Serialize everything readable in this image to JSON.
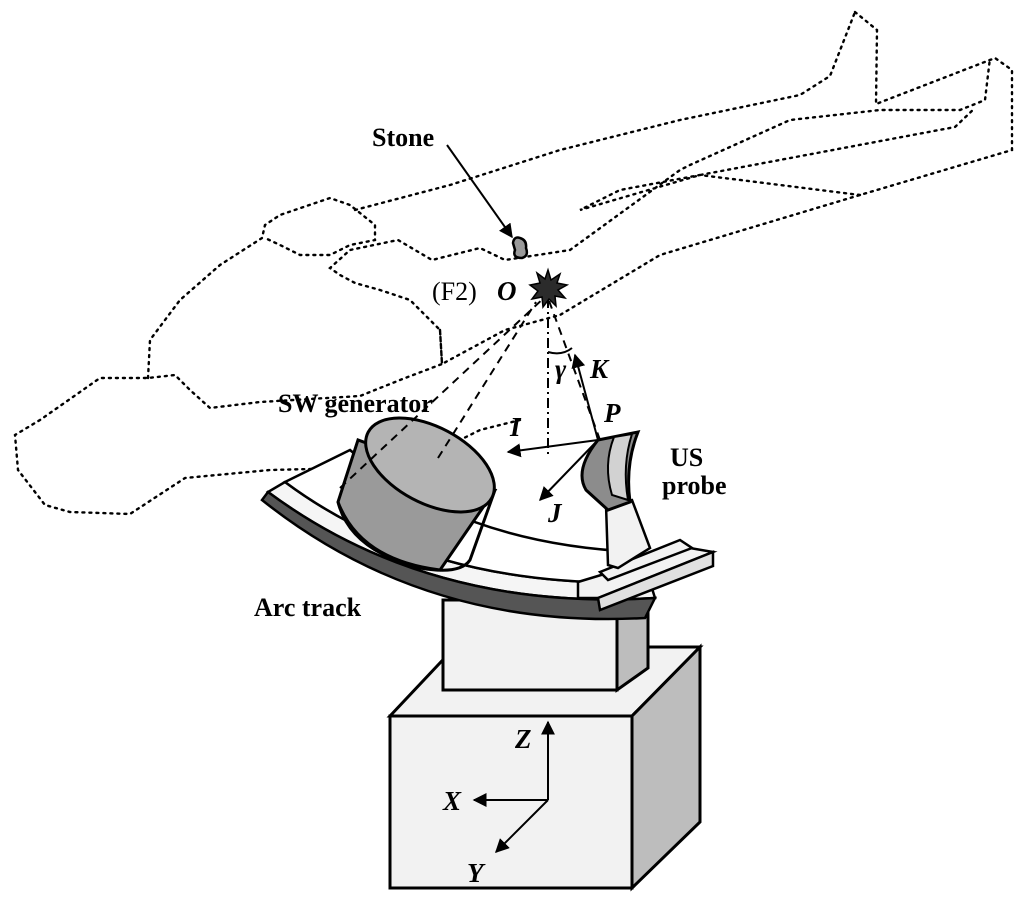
{
  "labels": {
    "stone": "Stone",
    "focus_tag": "(F2)",
    "focus_point": "O",
    "sw_generator": "SW generator",
    "us_probe_line1": "US",
    "us_probe_line2": "probe",
    "arc_track": "Arc track",
    "probe_point": "P",
    "probe_axis_i": "I",
    "probe_axis_j": "J",
    "probe_axis_k": "K",
    "angle_gamma": "γ",
    "base_axis_x": "X",
    "base_axis_y": "Y",
    "base_axis_z": "Z"
  },
  "colors": {
    "ink": "#000000",
    "generator_top": "#b4b4b4",
    "generator_side": "#9a9a9a",
    "probe_head": "#8c8c8c",
    "probe_face": "#d2d2d2",
    "arc_band": "#555555",
    "box_light": "#f2f2f2",
    "box_shade": "#bdbdbd",
    "focus_fill": "#2b2b2b"
  }
}
